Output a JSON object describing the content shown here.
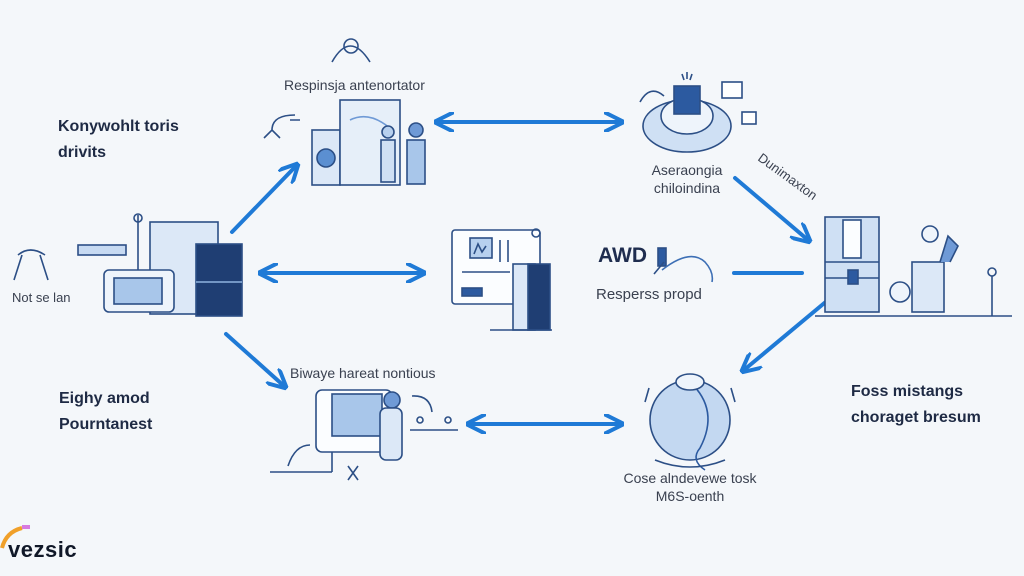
{
  "diagram": {
    "accent_color": "#1f7ad6",
    "nodes": {
      "top_left_heading": {
        "line1": "Konywohlt toris",
        "line2": "drivits"
      },
      "left_hub": {
        "caption": "Not se lan",
        "icon": "server-rack-icon"
      },
      "top_center": {
        "caption": "Respinsja antenortator",
        "icon": "laboratory-workers-icon"
      },
      "top_right": {
        "caption_line1": "Aseraongia",
        "caption_line2": "chiloindina",
        "icon": "cloud-database-icon"
      },
      "diagonal_label": {
        "text": "Dunimaxton"
      },
      "center": {
        "icon": "dashboard-screen-icon"
      },
      "center_right": {
        "title": "AWD",
        "caption": "Resperss propd",
        "icon": "hydrant-icon"
      },
      "right_hub": {
        "icon": "storage-stack-icon"
      },
      "right_text": {
        "line1": "Foss mistangs",
        "line2": "choraget bresum"
      },
      "bottom_left_heading": {
        "line1": "Eighy amod",
        "line2": "Pourntanest"
      },
      "bottom_center": {
        "caption": "Biwaye hareat nontious",
        "icon": "workstation-icon"
      },
      "bottom_right": {
        "caption_line1": "Cose alndevewe tosk",
        "caption_line2": "M6S-oenth",
        "icon": "globe-icon"
      }
    },
    "connections": [
      {
        "from": "left_hub",
        "to": "top_center",
        "direction": "forward"
      },
      {
        "from": "top_center",
        "to": "top_right",
        "direction": "both"
      },
      {
        "from": "top_right",
        "to": "right_hub",
        "direction": "forward"
      },
      {
        "from": "left_hub",
        "to": "center",
        "direction": "both"
      },
      {
        "from": "center_right",
        "to": "right_hub",
        "direction": "none"
      },
      {
        "from": "right_hub",
        "to": "bottom_right",
        "direction": "forward"
      },
      {
        "from": "bottom_center",
        "to": "bottom_right",
        "direction": "both"
      },
      {
        "from": "left_hub",
        "to": "bottom_center",
        "direction": "forward"
      }
    ]
  },
  "brand": {
    "logo_text": "vezsic"
  }
}
